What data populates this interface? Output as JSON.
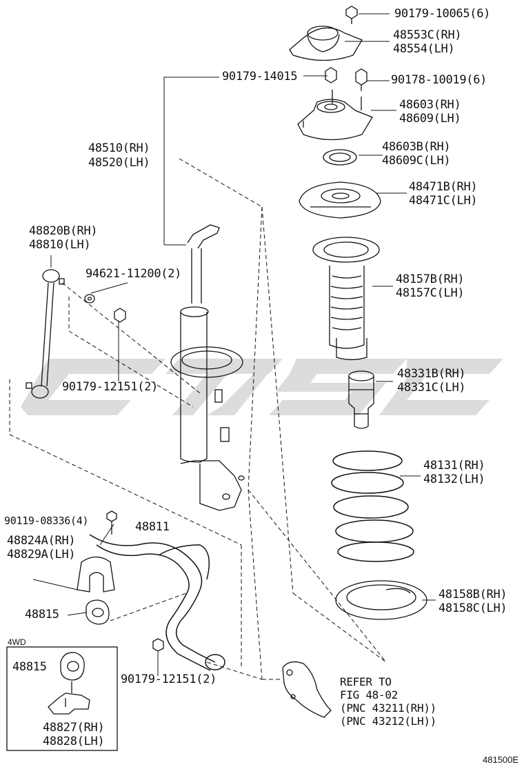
{
  "diagram": {
    "labels": [
      {
        "id": "p90179_10065",
        "text": "90179-10065(6)"
      },
      {
        "id": "p48553c",
        "text": "48553C(RH)"
      },
      {
        "id": "p48554",
        "text": "48554(LH)"
      },
      {
        "id": "p90179_14015",
        "text": "90179-14015"
      },
      {
        "id": "p90178_10019",
        "text": "90178-10019(6)"
      },
      {
        "id": "p48603",
        "text": "48603(RH)"
      },
      {
        "id": "p48609",
        "text": "48609(LH)"
      },
      {
        "id": "p48510",
        "text": "48510(RH)"
      },
      {
        "id": "p48520",
        "text": "48520(LH)"
      },
      {
        "id": "p48603b",
        "text": "48603B(RH)"
      },
      {
        "id": "p48609c",
        "text": "48609C(LH)"
      },
      {
        "id": "p48471b",
        "text": "48471B(RH)"
      },
      {
        "id": "p48471c",
        "text": "48471C(LH)"
      },
      {
        "id": "p48820b",
        "text": "48820B(RH)"
      },
      {
        "id": "p48810",
        "text": "48810(LH)"
      },
      {
        "id": "p94621",
        "text": "94621-11200(2)"
      },
      {
        "id": "p48157b",
        "text": "48157B(RH)"
      },
      {
        "id": "p48157c",
        "text": "48157C(LH)"
      },
      {
        "id": "p48331b",
        "text": "48331B(RH)"
      },
      {
        "id": "p48331c",
        "text": "48331C(LH)"
      },
      {
        "id": "p90179_12151a",
        "text": "90179-12151(2)"
      },
      {
        "id": "p48131",
        "text": "48131(RH)"
      },
      {
        "id": "p48132",
        "text": "48132(LH)"
      },
      {
        "id": "p90119",
        "text": "90119-08336(4)"
      },
      {
        "id": "p48811",
        "text": "48811"
      },
      {
        "id": "p48824a",
        "text": "48824A(RH)"
      },
      {
        "id": "p48829a",
        "text": "48829A(LH)"
      },
      {
        "id": "p48158b",
        "text": "48158B(RH)"
      },
      {
        "id": "p48158c",
        "text": "48158C(LH)"
      },
      {
        "id": "p48815a",
        "text": "48815"
      },
      {
        "id": "p4wd",
        "text": "4WD"
      },
      {
        "id": "p48815b",
        "text": "48815"
      },
      {
        "id": "p90179_12151b",
        "text": "90179-12151(2)"
      },
      {
        "id": "pref1",
        "text": "REFER TO"
      },
      {
        "id": "pref2",
        "text": "FIG 48-02"
      },
      {
        "id": "pref3",
        "text": "(PNC 43211(RH))"
      },
      {
        "id": "pref4",
        "text": "(PNC 43212(LH))"
      },
      {
        "id": "p48827",
        "text": "48827(RH)"
      },
      {
        "id": "p48828",
        "text": "48828(LH)"
      },
      {
        "id": "pfig",
        "text": "481500E"
      }
    ]
  },
  "colors": {
    "ink": "#111111",
    "watermark": "#d9d9d9",
    "paper": "#ffffff"
  }
}
